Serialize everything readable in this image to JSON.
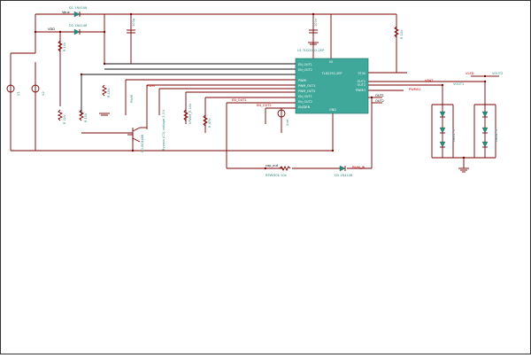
{
  "colors": {
    "wire": "#7a0000",
    "ic_fill": "#3fa89a",
    "component_label": "#2a8a7f",
    "net_label": "#c00000"
  },
  "labels": {
    "d1": "D1 1N4148",
    "d2": "D2 1N4148",
    "d3": "D3 1N4148",
    "d1_net": "Vaux",
    "d2_net": "VDD",
    "cap_top": "100µ",
    "cap_right": "100n",
    "r_top_right": "R 10k",
    "r_left1": "R 10k",
    "r_left2": "R 22k",
    "r_mid1": "R 10k",
    "r_mid2": "R 10k",
    "q1": "Q1 BC846B",
    "pwm_label": "PWM",
    "pwm_net": "PWM",
    "vref": "Vref",
    "bypass_note": "Bypass (C1) voltage 3.3 V",
    "vpwm_r": "VPWM_R 10k",
    "r_en": "R 47k",
    "en_net1": "EN_OUT1",
    "en_net2": "EN_OUT2",
    "vbat": "VBAT",
    "vled": "VLED",
    "src_left1": "V1",
    "src_left2": "V2",
    "q_label": "Q1",
    "bottom_r": "RPWM01 10k",
    "bottom_d": "D3 1N4148",
    "bottom_net1": "cap_out",
    "bottom_net2": "PWM_IN",
    "out_net1": "OUT1",
    "out_net2": "OUT2",
    "out_net3": "PWM01",
    "led_group1": "LED1..3",
    "led_group2": "LED4..6",
    "vout1": "VOUT1",
    "vout2": "VOUT2"
  },
  "ic": {
    "name": "U1 TLD2252-2EP",
    "title": "TLD2252-2EP",
    "top_pin": "VS",
    "bottom_pin": "GND",
    "left_pins": [
      "EN_OUT1",
      "EN_OUT2",
      "",
      "PWMI",
      "PWM_OUT1",
      "PWM_OUT2",
      "EN_OUT1",
      "EN_OUT2",
      "EN/DEN"
    ],
    "right_pins": [
      "ST/IS",
      "OUT1",
      "OUT2",
      "PWMO",
      ""
    ]
  }
}
